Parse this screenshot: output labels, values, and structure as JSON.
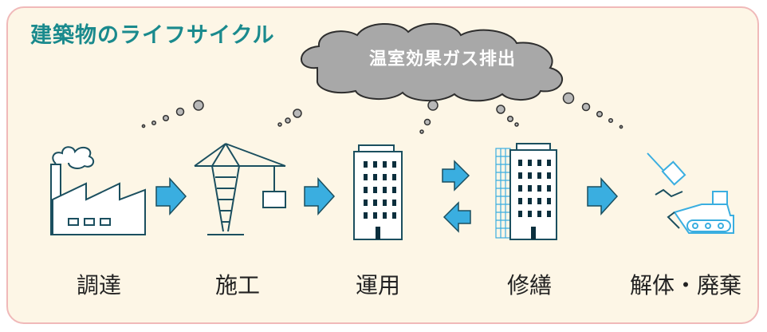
{
  "title": "建築物のライフサイクル",
  "cloud_label": "温室効果ガス排出",
  "stages": [
    {
      "label": "調達",
      "icon": "factory-icon"
    },
    {
      "label": "施工",
      "icon": "crane-icon"
    },
    {
      "label": "運用",
      "icon": "building-icon"
    },
    {
      "label": "修繕",
      "icon": "scaffold-building-icon"
    },
    {
      "label": "解体・廃棄",
      "icon": "demolition-icon"
    }
  ],
  "colors": {
    "title": "#1a8a8d",
    "panel_bg": "#fdf6e6",
    "panel_border": "#f0b9b9",
    "arrow": "#3aaee0",
    "outline": "#1b4f5f",
    "cloud": "#a8a8a8"
  }
}
